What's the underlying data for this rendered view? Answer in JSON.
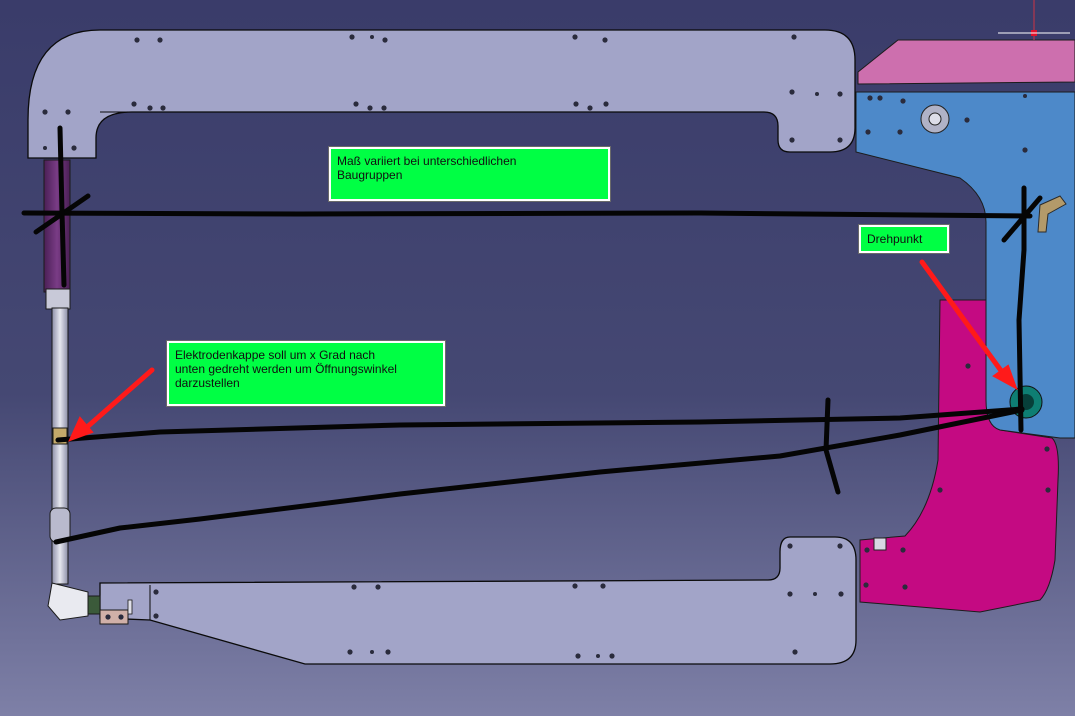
{
  "annotations": {
    "measurement_note": "Maß variiert bei unterschiedlichen\nBaugruppen",
    "pivot_note": "Drehpunkt",
    "electrode_cap_note": "Elektrodenkappe soll um x Grad nach\nunten gedreht werden um Öffnungswinkel\ndarzustellen"
  },
  "colors": {
    "background_top": "#3c3e6c",
    "background_bottom": "#7d7fa6",
    "arm_fill": "#a2a4c8",
    "blue_block": "#4d89c9",
    "magenta_block": "#c40a82",
    "pink_block": "#cd6fae",
    "note_fill": "#00ff44",
    "arrow": "#ff1a1a",
    "sketch_line": "#050505",
    "pivot_ring": "#0e7e73"
  }
}
